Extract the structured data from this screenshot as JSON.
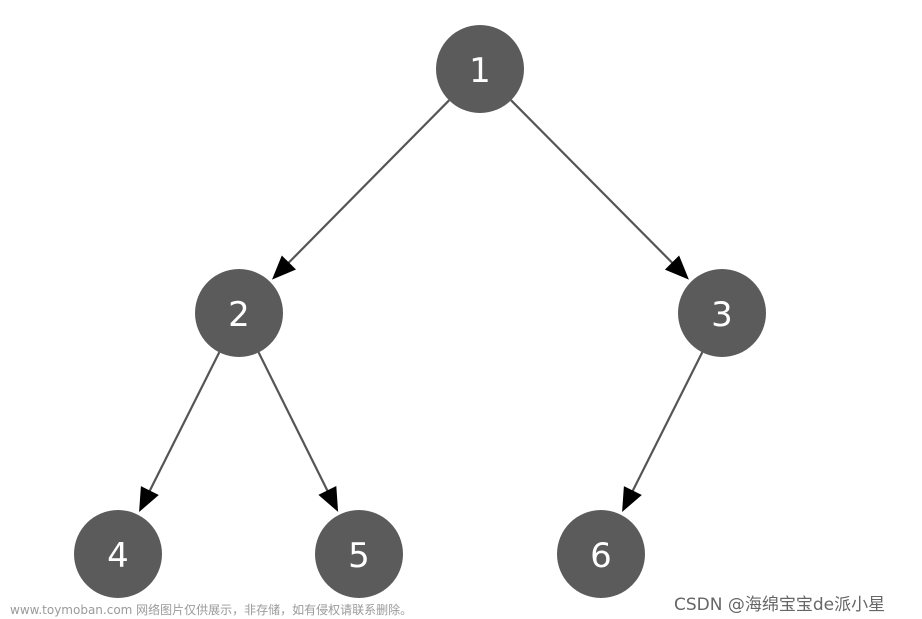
{
  "nodes": [
    {
      "id": "1",
      "label": "1"
    },
    {
      "id": "2",
      "label": "2"
    },
    {
      "id": "3",
      "label": "3"
    },
    {
      "id": "4",
      "label": "4"
    },
    {
      "id": "5",
      "label": "5"
    },
    {
      "id": "6",
      "label": "6"
    }
  ],
  "edges": [
    {
      "from": "1",
      "to": "2"
    },
    {
      "from": "1",
      "to": "3"
    },
    {
      "from": "2",
      "to": "4"
    },
    {
      "from": "2",
      "to": "5"
    },
    {
      "from": "3",
      "to": "6"
    }
  ],
  "colors": {
    "node_fill": "#5b5b5b",
    "node_text": "#ffffff",
    "edge": "#555555",
    "arrow": "#000000"
  },
  "watermark": {
    "source_text": "www.toymoban.com 网络图片仅供展示，非存储，如有侵权请联系删除。",
    "author_text": "CSDN @海绵宝宝de派小星"
  }
}
